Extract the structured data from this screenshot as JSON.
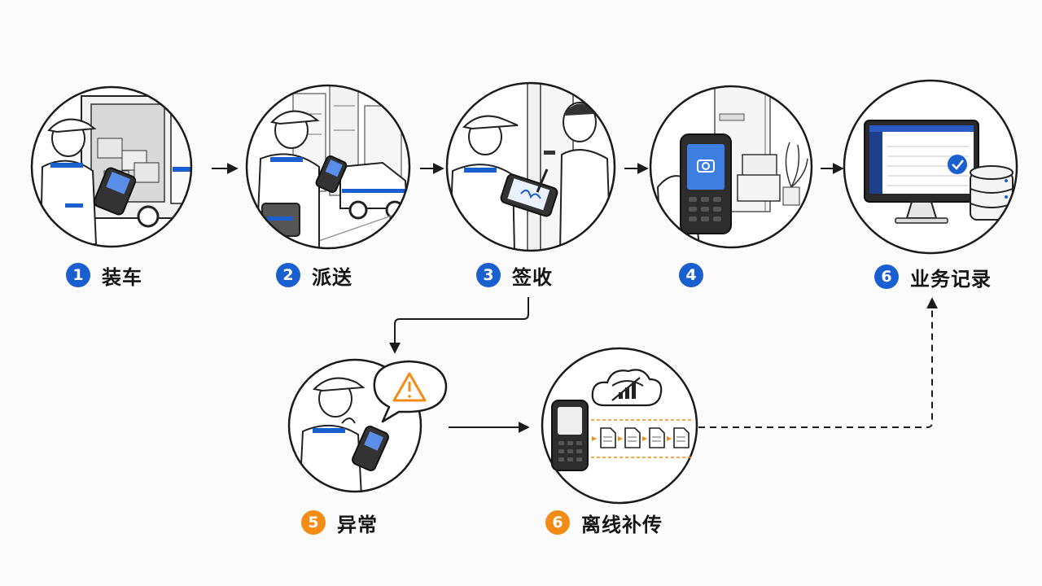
{
  "steps": [
    {
      "id": "load",
      "number": "1",
      "label": "装车",
      "badge_color": "#1a5fd0",
      "icon": "truck-loading-scene"
    },
    {
      "id": "dispatch",
      "number": "2",
      "label": "派送",
      "badge_color": "#1a5fd0",
      "icon": "courier-street-van-scene"
    },
    {
      "id": "sign",
      "number": "3",
      "label": "签收",
      "badge_color": "#1a5fd0",
      "icon": "signature-handover-scene"
    },
    {
      "id": "photo",
      "number": "4",
      "label": "",
      "badge_color": "#1a5fd0",
      "icon": "camera-photo-proof-scene"
    },
    {
      "id": "record",
      "number": "6",
      "label": "业务记录",
      "badge_color": "#1a5fd0",
      "icon": "monitor-database-scene"
    },
    {
      "id": "exception",
      "number": "5",
      "label": "异常",
      "badge_color": "#f28c14",
      "icon": "warning-exception-scene"
    },
    {
      "id": "offline",
      "number": "6",
      "label": "离线补传",
      "badge_color": "#f28c14",
      "icon": "offline-upload-scene"
    }
  ],
  "colors": {
    "accent_blue": "#1a5fd0",
    "accent_orange": "#f28c14",
    "ink": "#141414"
  }
}
